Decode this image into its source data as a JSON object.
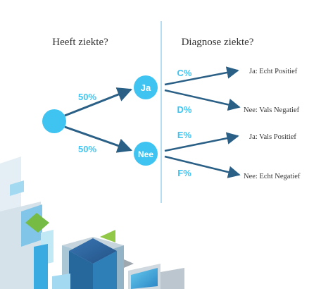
{
  "headers": {
    "left": "Heeft ziekte?",
    "right": "Diagnose ziekte?"
  },
  "nodes": {
    "yes": "Ja",
    "no": "Nee"
  },
  "branch_labels": {
    "to_yes": "50%",
    "to_no": "50%",
    "yes_pos": "C%",
    "yes_neg": "D%",
    "no_pos": "E%",
    "no_neg": "F%"
  },
  "outcomes": {
    "yes_pos": "Ja: Echt Positief",
    "yes_neg": "Nee: Vals Negatief",
    "no_pos": "Ja: Vals Positief",
    "no_neg": "Nee: Echt Negatief"
  },
  "colors": {
    "node": "#3fc4f2",
    "label": "#3fc4f2",
    "line": "#2a5f86",
    "divider": "#b5dcef",
    "text": "#333333"
  }
}
